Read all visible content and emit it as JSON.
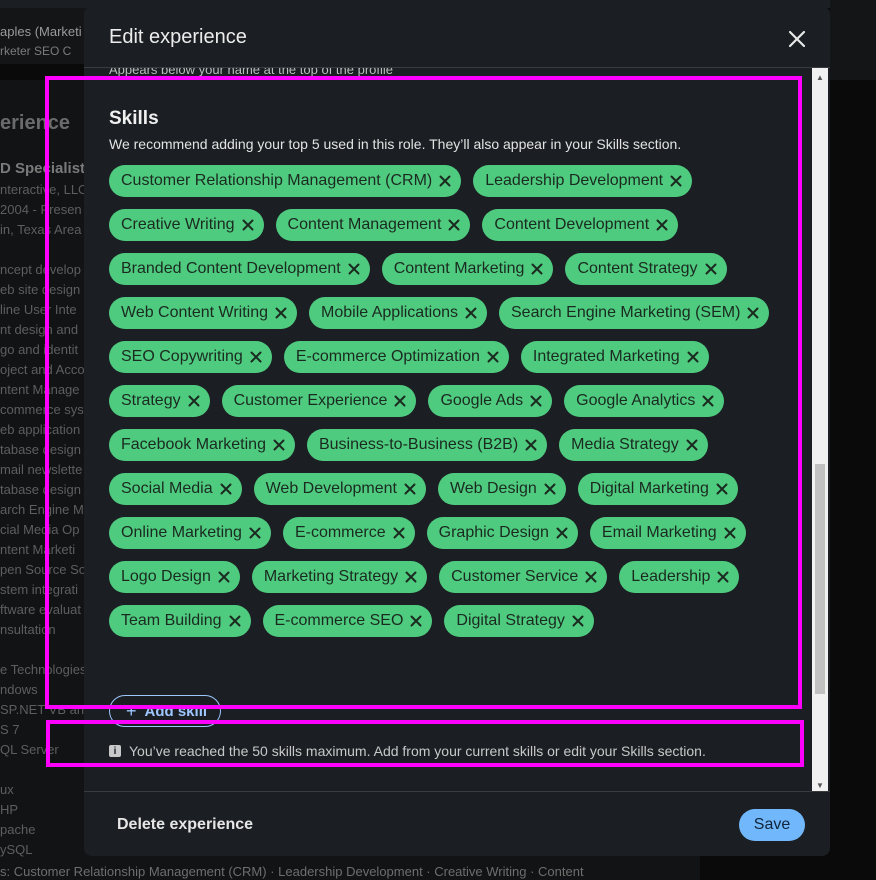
{
  "background": {
    "header_line1": "aples (Marketi",
    "header_line2": "rketer  SEO C",
    "section_title": "erience",
    "job_title": "D Specialist |",
    "lines": [
      "nteractive, LLC",
      "2004 - Presen",
      "in, Texas Area",
      "",
      "ncept develop",
      "eb site design",
      "line User Inte",
      "nt design and",
      "go and identit",
      "oject and Acco",
      "ntent Manage",
      "commerce syst",
      "eb application",
      "tabase design",
      "mail newslette",
      "tabase design",
      "arch Engine M",
      "cial Media Op",
      "ntent Marketi",
      "pen Source So",
      "stem integrati",
      "ftware evaluat",
      "nsultation",
      "",
      "e Technologies",
      "ndows",
      "SP.NET VB an",
      "S 7",
      "QL Server",
      "",
      "ux",
      "HP",
      "pache",
      "ySQL"
    ],
    "bottom_line": "s: Customer Relationship Management (CRM) · Leadership Development · Creative Writing · Content"
  },
  "modal": {
    "title": "Edit experience",
    "helper_text": "Appears below your name at the top of the profile",
    "skills_title": "Skills",
    "skills_description": "We recommend adding your top 5 used in this role. They’ll also appear in your Skills section.",
    "skills": [
      "Customer Relationship Management (CRM)",
      "Leadership Development",
      "Creative Writing",
      "Content Management",
      "Content Development",
      "Branded Content Development",
      "Content Marketing",
      "Content Strategy",
      "Web Content Writing",
      "Mobile Applications",
      "Search Engine Marketing (SEM)",
      "SEO Copywriting",
      "E-commerce Optimization",
      "Integrated Marketing",
      "Strategy",
      "Customer Experience",
      "Google Ads",
      "Google Analytics",
      "Facebook Marketing",
      "Business-to-Business (B2B)",
      "Media Strategy",
      "Social Media",
      "Web Development",
      "Web Design",
      "Digital Marketing",
      "Online Marketing",
      "E-commerce",
      "Graphic Design",
      "Email Marketing",
      "Logo Design",
      "Marketing Strategy",
      "Customer Service",
      "Leadership",
      "Team Building",
      "E-commerce SEO",
      "Digital Strategy"
    ],
    "add_skill_label": "Add skill",
    "notice": "You’ve reached the 50 skills maximum. Add from your current skills or edit your Skills section.",
    "delete_label": "Delete experience",
    "save_label": "Save"
  },
  "colors": {
    "chip": "#4fcb7f",
    "save": "#71b7fb",
    "annotation": "#ff00ff",
    "modal_bg": "#1b1f23"
  },
  "icons": {
    "close": "close-icon",
    "chip_remove": "remove-x-icon",
    "info": "info-icon",
    "plus": "plus-icon"
  }
}
